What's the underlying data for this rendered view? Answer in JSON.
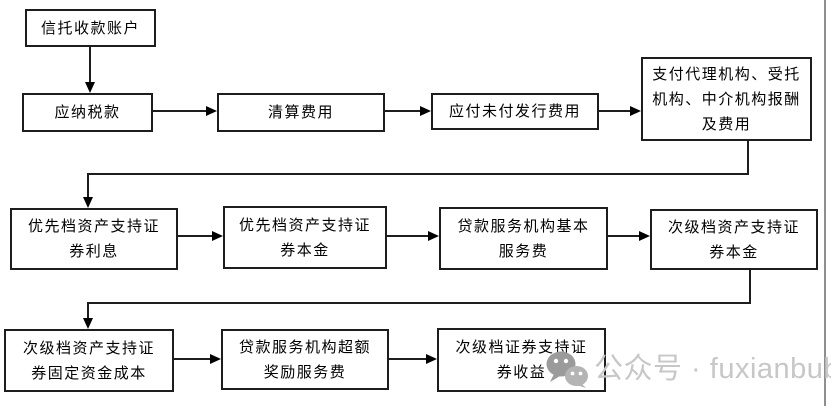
{
  "figure": {
    "type": "flowchart",
    "background_color": "#ffffff",
    "line_color": "#1d1d1d",
    "nodes": [
      {
        "id": "trust-collection-account",
        "label": "信托收款账户"
      },
      {
        "id": "taxes-payable",
        "label": "应纳税款"
      },
      {
        "id": "liquidation-expenses",
        "label": "清算费用"
      },
      {
        "id": "unpaid-issuance-expenses",
        "label": "应付未付发行费用"
      },
      {
        "id": "agency-trustee-intermediary-fees",
        "label": "支付代理机构、受托\n机构、中介机构报酬\n及费用"
      },
      {
        "id": "senior-abs-interest",
        "label": "优先档资产支持证\n券利息"
      },
      {
        "id": "senior-abs-principal",
        "label": "优先档资产支持证\n券本金"
      },
      {
        "id": "loan-servicer-base-fee",
        "label": "贷款服务机构基本\n服务费"
      },
      {
        "id": "subordinate-abs-principal",
        "label": "次级档资产支持证\n券本金"
      },
      {
        "id": "subordinate-abs-fixed-funding-cost",
        "label": "次级档资产支持证\n券固定资金成本"
      },
      {
        "id": "loan-servicer-excess-incentive-fee",
        "label": "贷款服务机构超额\n奖励服务费"
      },
      {
        "id": "subordinate-securities-income",
        "label": "次级档证券支持证\n券收益"
      }
    ],
    "edges": [
      [
        "trust-collection-account",
        "taxes-payable"
      ],
      [
        "taxes-payable",
        "liquidation-expenses"
      ],
      [
        "liquidation-expenses",
        "unpaid-issuance-expenses"
      ],
      [
        "unpaid-issuance-expenses",
        "agency-trustee-intermediary-fees"
      ],
      [
        "agency-trustee-intermediary-fees",
        "senior-abs-interest"
      ],
      [
        "senior-abs-interest",
        "senior-abs-principal"
      ],
      [
        "senior-abs-principal",
        "loan-servicer-base-fee"
      ],
      [
        "loan-servicer-base-fee",
        "subordinate-abs-principal"
      ],
      [
        "subordinate-abs-principal",
        "subordinate-abs-fixed-funding-cost"
      ],
      [
        "subordinate-abs-fixed-funding-cost",
        "loan-servicer-excess-incentive-fee"
      ],
      [
        "loan-servicer-excess-incentive-fee",
        "subordinate-securities-income"
      ]
    ]
  },
  "watermark": {
    "icon": "wechat-icon",
    "label": "公众号 · fuxianbubin",
    "text_color": "#c7c7c7",
    "icon_color": "#a3a3a3"
  }
}
